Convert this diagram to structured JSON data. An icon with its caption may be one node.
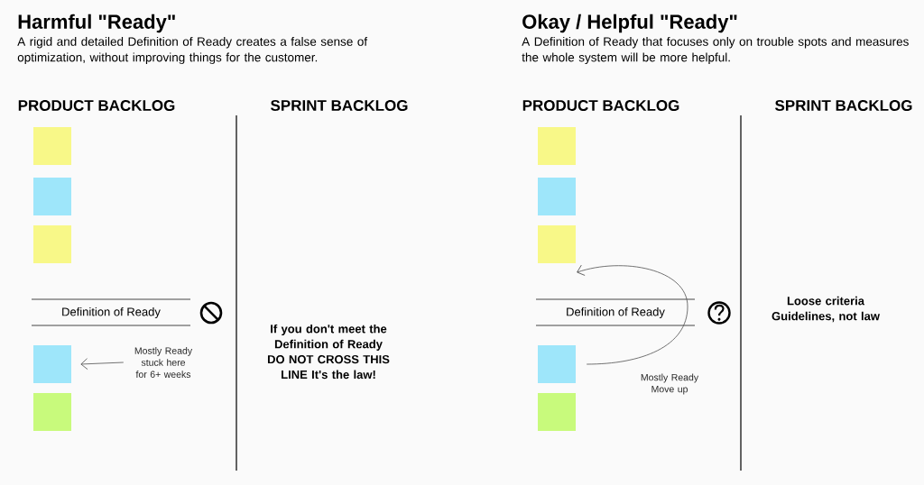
{
  "diagram": {
    "nodes": [
      {
        "text": [],
        "shape": "box"
      },
      {
        "text": [],
        "shape": "box"
      },
      {
        "text": [],
        "shape": "box"
      },
      {
        "text": [
          "Definition of Ready"
        ]
      },
      {
        "text": [],
        "shape": "box"
      },
      {
        "text": [],
        "shape": "box"
      },
      {
        "text": [
          "Mostly Ready stuck here for 6+ weeks"
        ]
      },
      {
        "text": [],
        "shape": "box"
      },
      {
        "text": [],
        "shape": "box"
      },
      {
        "text": [],
        "shape": "box"
      },
      {
        "text": [
          "Definition of Ready"
        ]
      },
      {
        "text": [],
        "shape": "box"
      },
      {
        "text": [],
        "shape": "box"
      }
    ],
    "edges": [
      {
        "from": 6,
        "to": 4,
        "arrow": "to"
      },
      {
        "from": 11,
        "to": 9,
        "arrow": "to",
        "label": "Mostly Ready Move up"
      }
    ],
    "labels": [
      "Harmful \"Ready\"",
      "A rigid and detailed Definition of Ready creates a false sense of optimization, without improving things for the customer.",
      "PRODUCT BACKLOG",
      "SPRINT BACKLOG",
      "If you don't meet the Definition of Ready DO NOT CROSS THIS LINE It's the law!",
      "Okay / Helpful \"Ready\"",
      "A Definition of Ready that focuses only on trouble spots and measures the whole system will be more helpful.",
      "PRODUCT BACKLOG",
      "SPRINT BACKLOG",
      "Loose criteria Guidelines, not law"
    ]
  }
}
